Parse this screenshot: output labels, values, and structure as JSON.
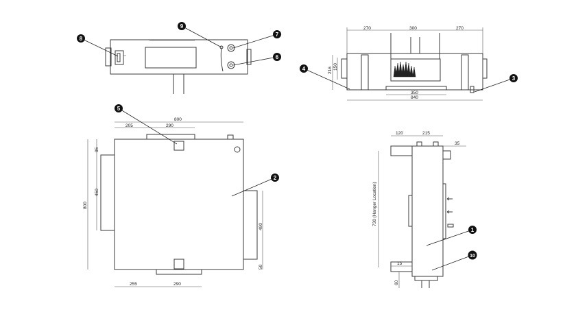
{
  "callouts": [
    "1",
    "2",
    "3",
    "4",
    "5",
    "6",
    "7",
    "8",
    "9",
    "10"
  ],
  "top_view": {
    "dims": [
      "270",
      "300",
      "270",
      "216",
      "150",
      "350",
      "840"
    ]
  },
  "plan_view": {
    "dims": [
      "800",
      "205",
      "290",
      "95",
      "450",
      "800",
      "490",
      "50",
      "255",
      "290"
    ]
  },
  "side_view": {
    "dims": [
      "120",
      "215",
      "35",
      "730 (Hanger Location)",
      "15",
      "60"
    ]
  }
}
